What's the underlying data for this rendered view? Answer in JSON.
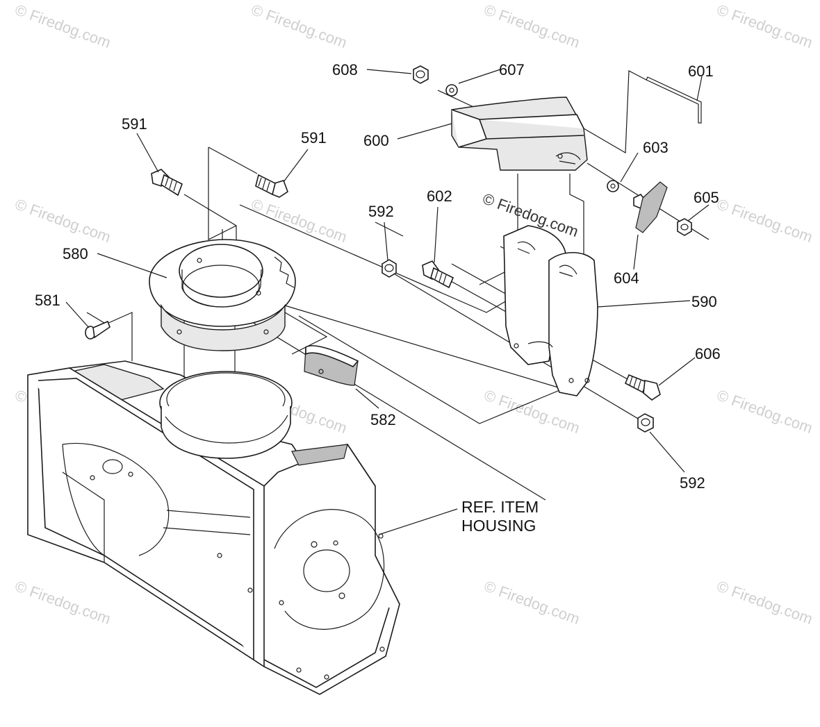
{
  "watermark": {
    "repeat_text": "© Firedog.com",
    "center_text": "© Firedog.com"
  },
  "parts": [
    {
      "id": "p608",
      "number": "608"
    },
    {
      "id": "p607",
      "number": "607"
    },
    {
      "id": "p601",
      "number": "601"
    },
    {
      "id": "p600",
      "number": "600"
    },
    {
      "id": "p603",
      "number": "603"
    },
    {
      "id": "p591a",
      "number": "591"
    },
    {
      "id": "p591b",
      "number": "591"
    },
    {
      "id": "p605",
      "number": "605"
    },
    {
      "id": "p592a",
      "number": "592"
    },
    {
      "id": "p602",
      "number": "602"
    },
    {
      "id": "p604",
      "number": "604"
    },
    {
      "id": "p580",
      "number": "580"
    },
    {
      "id": "p590",
      "number": "590"
    },
    {
      "id": "p581",
      "number": "581"
    },
    {
      "id": "p606",
      "number": "606"
    },
    {
      "id": "p582",
      "number": "582"
    },
    {
      "id": "p592b",
      "number": "592"
    }
  ],
  "reference": {
    "line1": "REF. ITEM",
    "line2": "HOUSING"
  }
}
